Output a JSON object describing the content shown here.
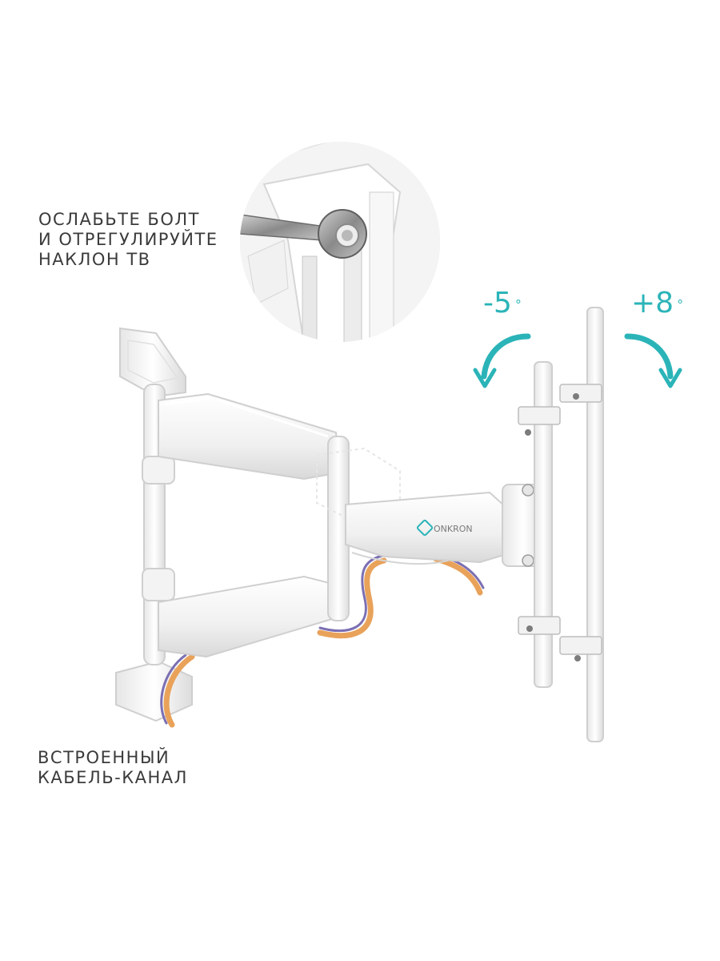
{
  "captions": {
    "tilt_line1": "ОСЛАБЬТЕ БОЛТ",
    "tilt_line2": "И ОТРЕГУЛИРУЙТЕ",
    "tilt_line3": "НАКЛОН ТВ",
    "cable_line1": "ВСТРОЕННЫЙ",
    "cable_line2": "КАБЕЛЬ-КАНАЛ"
  },
  "tilt": {
    "down_value": "-5",
    "up_value": "+8",
    "degree_symbol": "°"
  },
  "brand": {
    "logo_text": "ONKRON"
  },
  "colors": {
    "accent": "#2bb4b8",
    "text": "#3b3b3b",
    "bracket": "#f2f2f2",
    "cable_orange": "#e9a25a",
    "cable_purple": "#7b6fb3"
  },
  "icons": {
    "tilt_down": "curved-arrow-down-left-icon",
    "tilt_up": "curved-arrow-down-right-icon"
  }
}
